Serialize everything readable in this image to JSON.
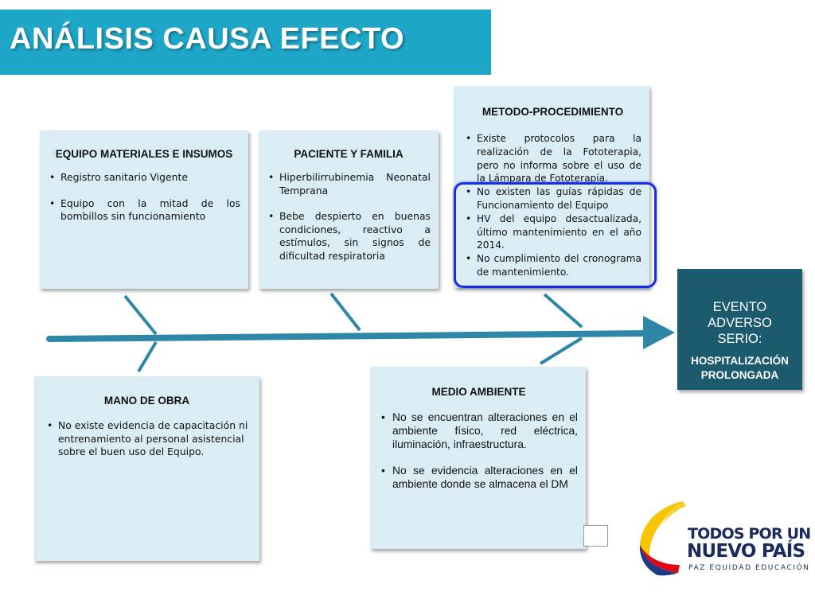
{
  "title": "ANÁLISIS CAUSA EFECTO",
  "categories": [
    {
      "title": "EQUIPO MATERIALES E INSUMOS",
      "items": [
        "Registro sanitario Vigente",
        "Equipo con la mitad de los bombillos sin funcionamiento"
      ]
    },
    {
      "title": "PACIENTE Y FAMILIA",
      "items": [
        "Hiperbilirrubinemia Neonatal Temprana",
        "Bebe despierto en buenas condiciones, reactivo a estímulos, sin signos de dificultad respiratoria"
      ]
    },
    {
      "title": "METODO-PROCEDIMIENTO",
      "items": [
        "Existe protocolos para la realización de la Fototerapia, pero no informa sobre el uso de la Lámpara de Fototerapia.",
        "No existen las guías rápidas de Funcionamiento del Equipo",
        "HV del equipo desactualizada, último mantenimiento en el año 2014.",
        "No cumplimiento del cronograma de mantenimiento."
      ]
    },
    {
      "title": "MANO DE OBRA",
      "items": [
        "No existe evidencia de capacitación ni entrenamiento al personal asistencial sobre el buen uso del Equipo."
      ]
    },
    {
      "title": "MEDIO AMBIENTE",
      "items": [
        "No se encuentran alteraciones en el ambiente físico, red eléctrica, iluminación, infraestructura.",
        "No se evidencia alteraciones en el ambiente donde se almacena el DM"
      ]
    }
  ],
  "effect": {
    "line1": "EVENTO",
    "line2": "ADVERSO",
    "line3": "SERIO:",
    "sub1": "HOSPITALIZACIÓN",
    "sub2": "PROLONGADA"
  },
  "logo": {
    "line1": "TODOS POR UN",
    "line2": "NUEVO PAÍS",
    "line3": "PAZ  EQUIDAD  EDUCACIÓN"
  },
  "colors": {
    "title_bar": "#1fa7c9",
    "cause_box": "#daedf4",
    "effect_box": "#1c5b6e",
    "spine": "#2e87a6",
    "highlight": "#1a2ee0"
  }
}
